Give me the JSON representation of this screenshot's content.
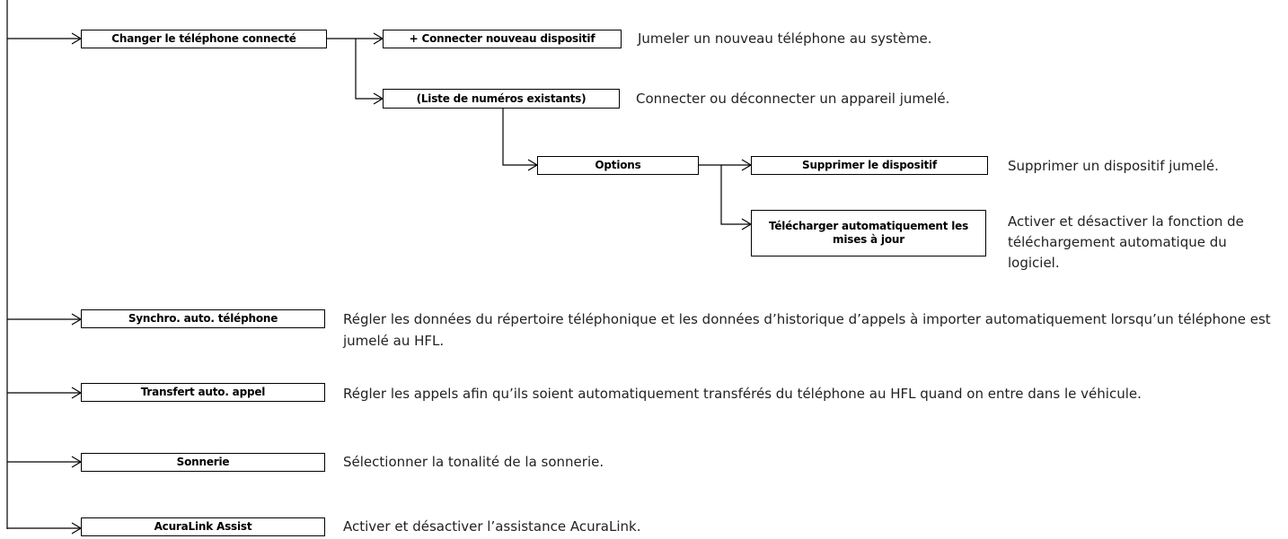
{
  "nodes": {
    "changer": "Changer le téléphone connecté",
    "connecter_nouveau": "+ Connecter nouveau dispositif",
    "liste_numeros": "(Liste de numéros existants)",
    "options": "Options",
    "supprimer": "Supprimer le dispositif",
    "telecharger": "Télécharger automatiquement les mises à jour",
    "synchro": "Synchro. auto. téléphone",
    "transfert": "Transfert auto. appel",
    "sonnerie": "Sonnerie",
    "acuralink": "AcuraLink Assist"
  },
  "descriptions": {
    "connecter_nouveau": "Jumeler un nouveau téléphone au système.",
    "liste_numeros": "Connecter ou déconnecter un appareil jumelé.",
    "supprimer": "Supprimer un dispositif jumelé.",
    "telecharger": "Activer et désactiver la fonction de téléchargement automatique du logiciel.",
    "synchro": "Régler les données du répertoire téléphonique et les données d’historique d’appels à importer automatiquement lorsqu’un téléphone est jumelé au HFL.",
    "transfert": "Régler les appels afin qu’ils soient automatiquement transférés du téléphone au HFL quand on entre dans le véhicule.",
    "sonnerie": "Sélectionner la tonalité de la sonnerie.",
    "acuralink": "Activer et désactiver l’assistance AcuraLink."
  }
}
